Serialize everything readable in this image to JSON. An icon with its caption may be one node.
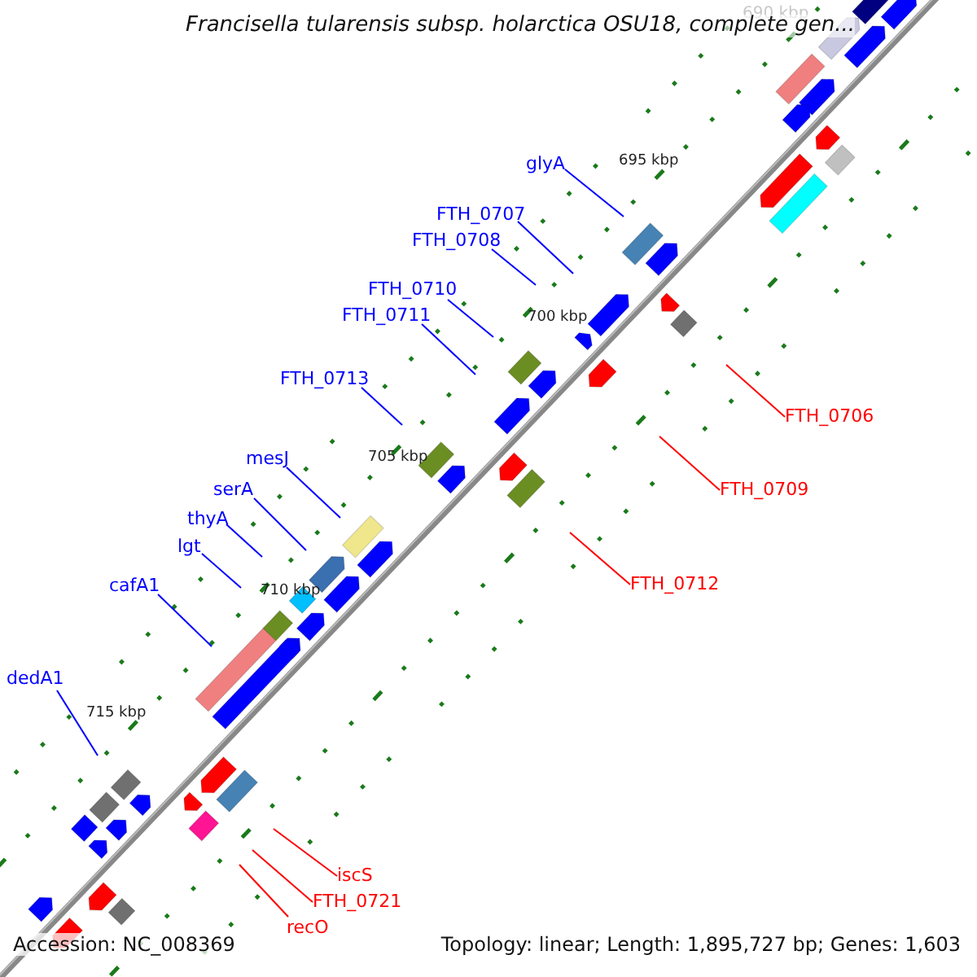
{
  "diagram": {
    "title": "Francisella tularensis subsp. holarctica OSU18, complete gen...",
    "nodes": [
      {
        "text": [
          "glyA"
        ]
      },
      {
        "text": [
          "FTH_0707"
        ]
      },
      {
        "text": [
          "FTH_0708"
        ]
      },
      {
        "text": [
          "FTH_0710"
        ]
      },
      {
        "text": [
          "FTH_0711"
        ]
      },
      {
        "text": [
          "FTH_0713"
        ]
      },
      {
        "text": [
          "mesJ"
        ]
      },
      {
        "text": [
          "serA"
        ]
      },
      {
        "text": [
          "thyA"
        ]
      },
      {
        "text": [
          "lgt"
        ]
      },
      {
        "text": [
          "cafA1"
        ]
      },
      {
        "text": [
          "dedA1"
        ]
      },
      {
        "text": [
          "FTH_0706"
        ]
      },
      {
        "text": [
          "FTH_0709"
        ]
      },
      {
        "text": [
          "FTH_0712"
        ]
      },
      {
        "text": [
          "iscS"
        ]
      },
      {
        "text": [
          "FTH_0721"
        ]
      },
      {
        "text": [
          "recO"
        ]
      }
    ],
    "edges": [
      {
        "from": 0,
        "to": null,
        "arrow": "none"
      },
      {
        "from": 1,
        "to": null,
        "arrow": "none"
      },
      {
        "from": 2,
        "to": null,
        "arrow": "none"
      },
      {
        "from": 3,
        "to": null,
        "arrow": "none"
      },
      {
        "from": 4,
        "to": null,
        "arrow": "none"
      },
      {
        "from": 5,
        "to": null,
        "arrow": "none"
      },
      {
        "from": 6,
        "to": null,
        "arrow": "none"
      },
      {
        "from": 7,
        "to": null,
        "arrow": "none"
      },
      {
        "from": 8,
        "to": null,
        "arrow": "none"
      },
      {
        "from": 9,
        "to": null,
        "arrow": "none"
      },
      {
        "from": 10,
        "to": null,
        "arrow": "none"
      },
      {
        "from": 11,
        "to": null,
        "arrow": "none"
      },
      {
        "from": 12,
        "to": null,
        "arrow": "none",
        "color": "#ff0000"
      },
      {
        "from": 13,
        "to": null,
        "arrow": "none",
        "color": "#ff0000"
      },
      {
        "from": 14,
        "to": null,
        "arrow": "none",
        "color": "#ff0000"
      },
      {
        "from": 15,
        "to": null,
        "arrow": "none",
        "color": "#ff0000"
      },
      {
        "from": 16,
        "to": null,
        "arrow": "none",
        "color": "#ff0000"
      },
      {
        "from": 17,
        "to": null,
        "arrow": "none",
        "color": "#ff0000"
      }
    ],
    "labels": [
      "690 kbp",
      "695 kbp",
      "700 kbp",
      "705 kbp",
      "710 kbp",
      "715 kbp",
      "Accession: NC_008369",
      "Topology: linear; Length: 1,895,727 bp; Genes: 1,603"
    ]
  }
}
